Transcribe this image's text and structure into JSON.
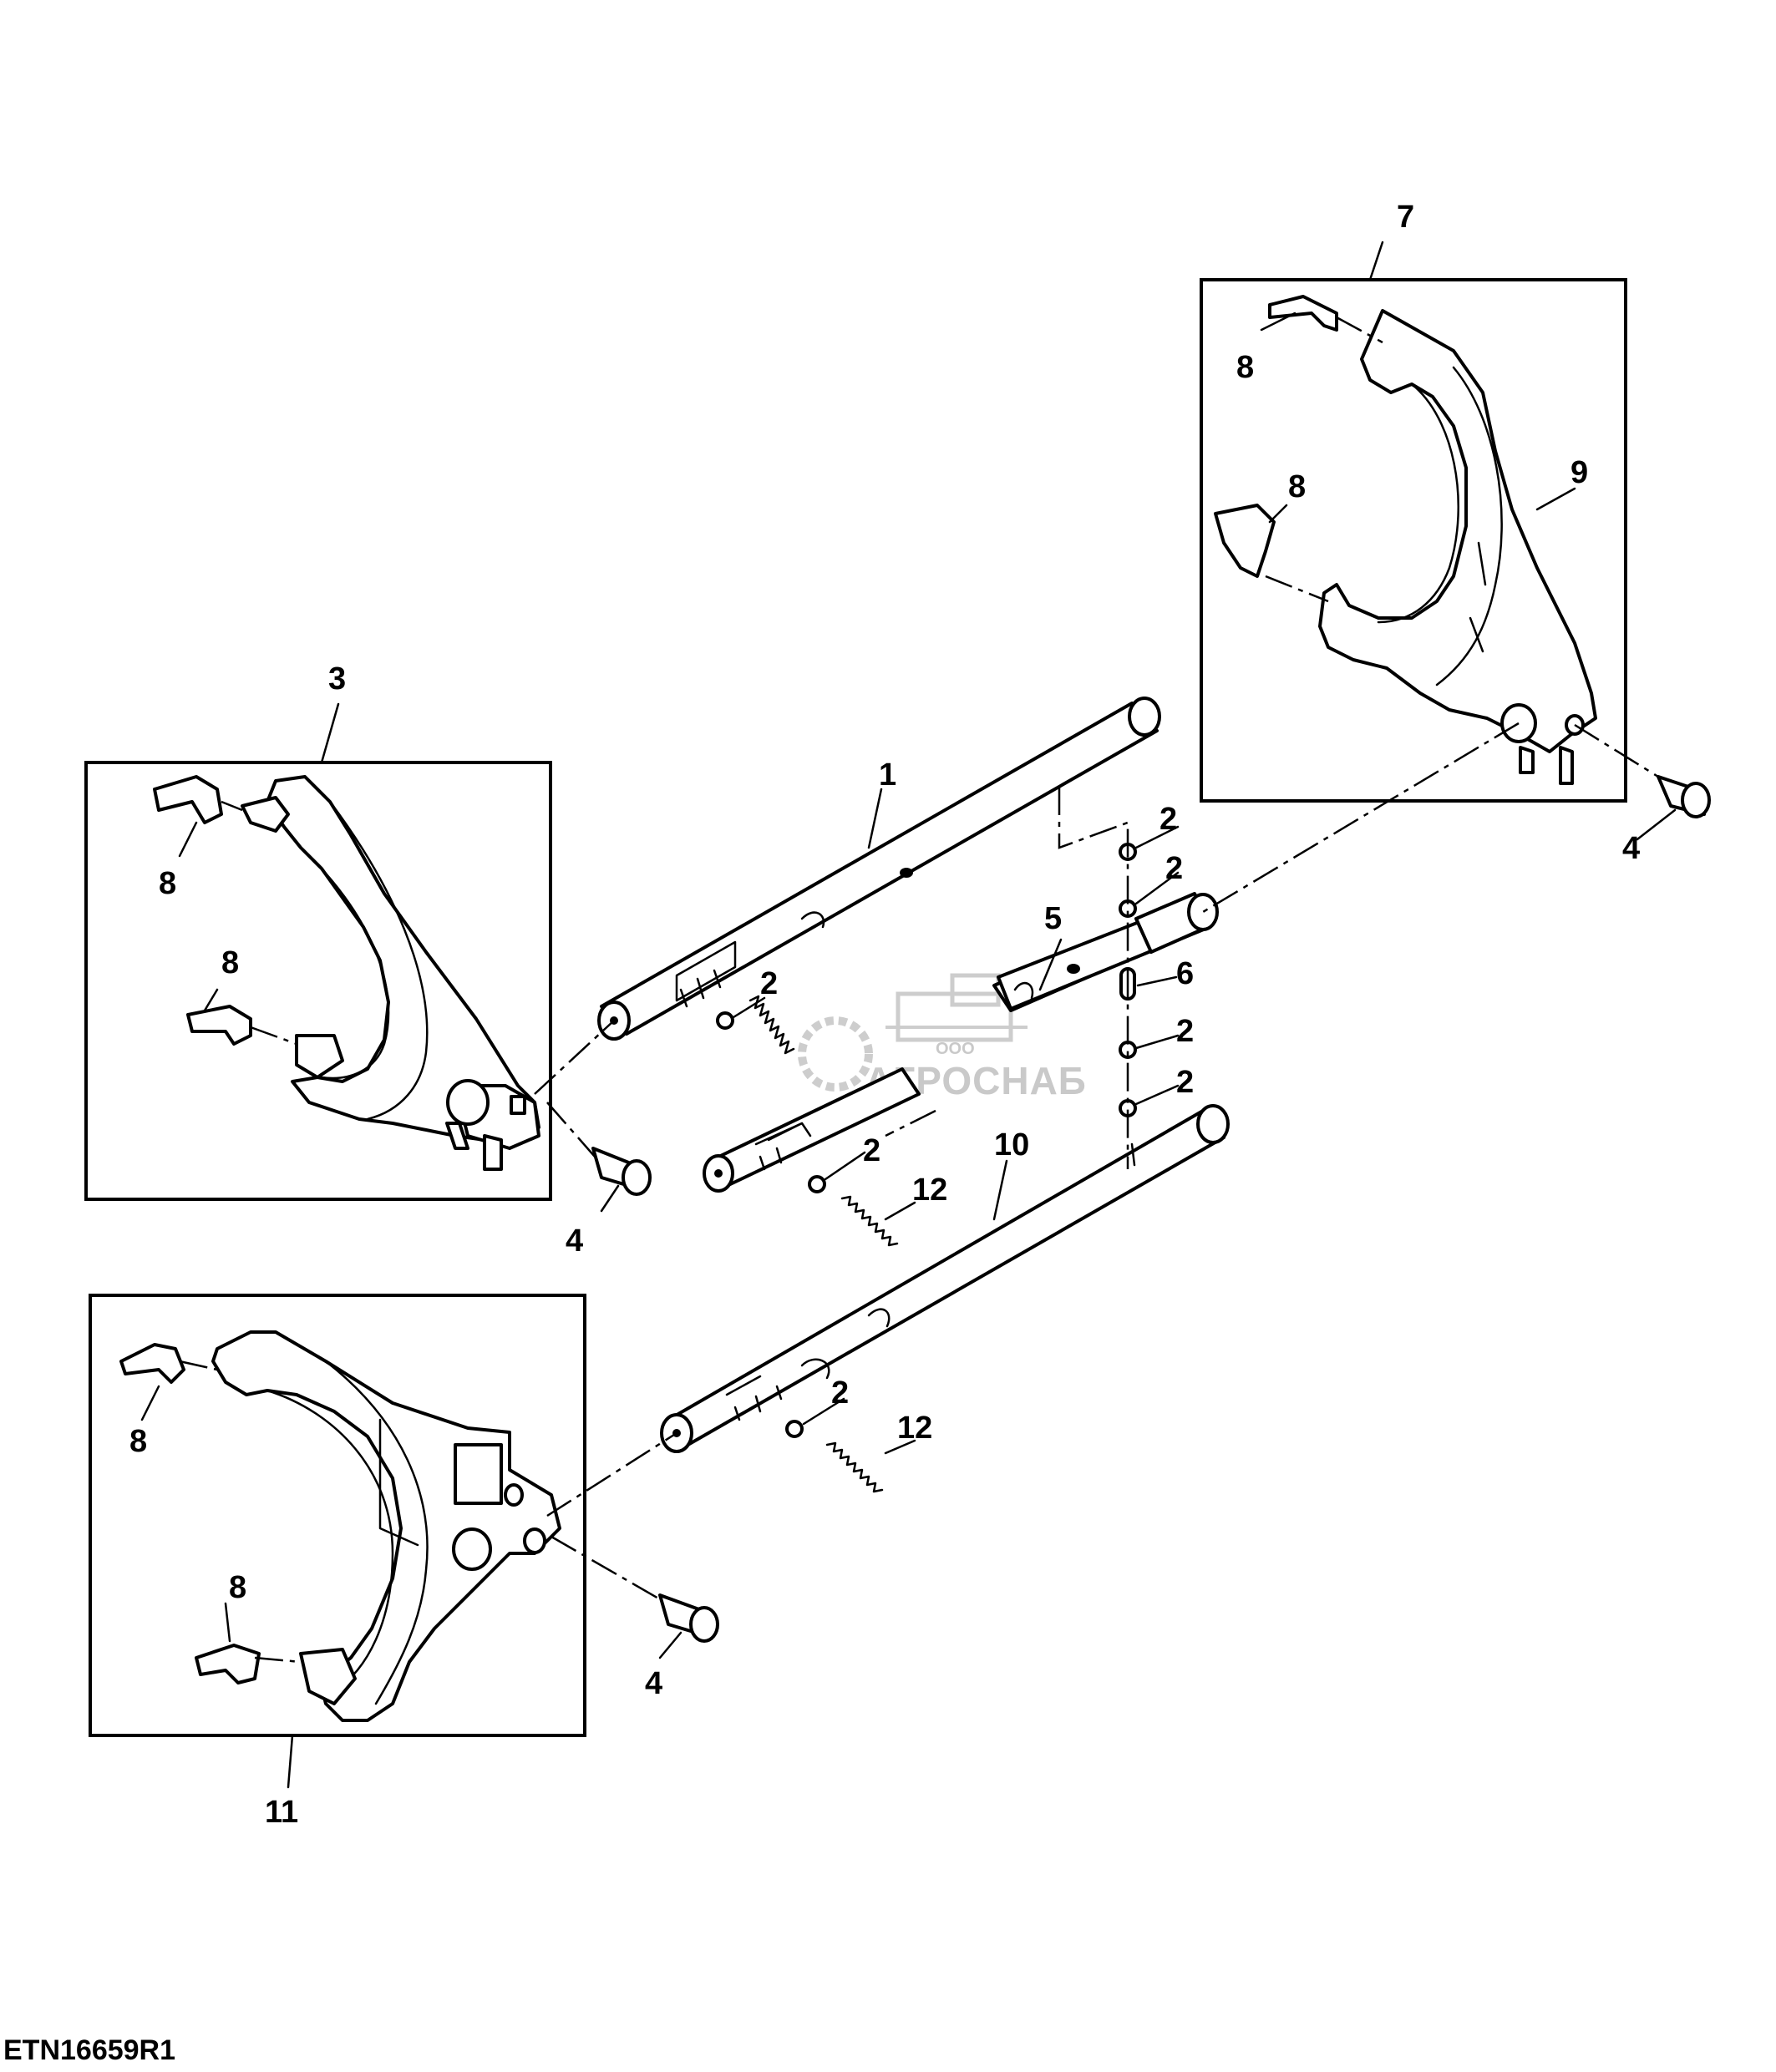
{
  "figure": {
    "id": "ETN16659R1",
    "watermark": {
      "text": "АГРОСНАБ",
      "small": "ООО"
    }
  },
  "callouts": {
    "c1": "1",
    "c2a": "2",
    "c2b": "2",
    "c2c": "2",
    "c2d": "2",
    "c2e": "2",
    "c2f": "2",
    "c2g": "2",
    "c3": "3",
    "c4a": "4",
    "c4b": "4",
    "c4c": "4",
    "c5": "5",
    "c6": "6",
    "c7": "7",
    "c8a": "8",
    "c8b": "8",
    "c8c": "8",
    "c8d": "8",
    "c8e": "8",
    "c8f": "8",
    "c9": "9",
    "c10": "10",
    "c11": "11",
    "c12a": "12",
    "c12b": "12"
  }
}
